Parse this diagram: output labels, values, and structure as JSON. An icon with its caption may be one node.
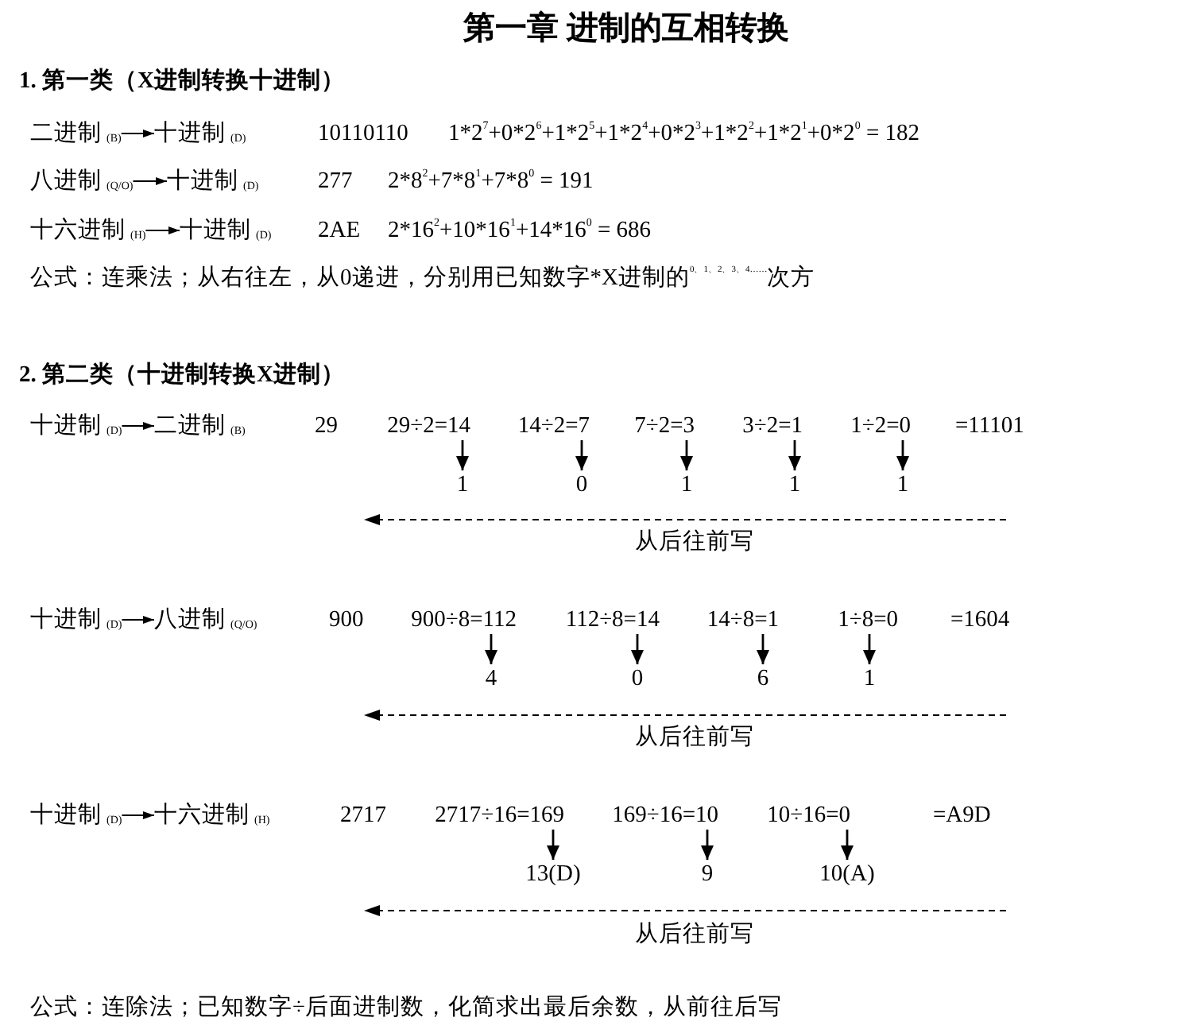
{
  "diagram": {
    "title": "第一章 进制的互相转换",
    "nodes": [
      {
        "text": [
          "二进制$_{(B)}$"
        ]
      },
      {
        "text": [
          "十进制$_{(D)}$"
        ]
      },
      {
        "text": [
          "八进制$_{(Q/O)}$"
        ]
      },
      {
        "text": [
          "十进制$_{(D)}$"
        ]
      },
      {
        "text": [
          "十六进制$_{(H)}$"
        ]
      },
      {
        "text": [
          "十进制$_{(D)}$"
        ]
      },
      {
        "text": [
          "十进制$_{(D)}$"
        ]
      },
      {
        "text": [
          "二进制$_{(B)}$"
        ]
      },
      {
        "text": [
          "29÷2=14"
        ]
      },
      {
        "text": [
          "14÷2=7"
        ]
      },
      {
        "text": [
          "7÷2=3"
        ]
      },
      {
        "text": [
          "3÷2=1"
        ]
      },
      {
        "text": [
          "1÷2=0"
        ]
      },
      {
        "text": [
          "1"
        ]
      },
      {
        "text": [
          "0"
        ]
      },
      {
        "text": [
          "1"
        ]
      },
      {
        "text": [
          "1"
        ]
      },
      {
        "text": [
          "1"
        ]
      },
      {
        "text": [
          "十进制$_{(D)}$"
        ]
      },
      {
        "text": [
          "八进制$_{(Q/O)}$"
        ]
      },
      {
        "text": [
          "900÷8=112"
        ]
      },
      {
        "text": [
          "112÷8=14"
        ]
      },
      {
        "text": [
          "14÷8=1"
        ]
      },
      {
        "text": [
          "1÷8=0"
        ]
      },
      {
        "text": [
          "4"
        ]
      },
      {
        "text": [
          "0"
        ]
      },
      {
        "text": [
          "6"
        ]
      },
      {
        "text": [
          "1"
        ]
      },
      {
        "text": [
          "十进制$_{(D)}$"
        ]
      },
      {
        "text": [
          "十六进制$_{(H)}$"
        ]
      },
      {
        "text": [
          "2717÷16=169"
        ]
      },
      {
        "text": [
          "169÷16=10"
        ]
      },
      {
        "text": [
          "10÷16=0"
        ]
      },
      {
        "text": [
          "13(D)"
        ]
      },
      {
        "text": [
          "9"
        ]
      },
      {
        "text": [
          "10(A)"
        ]
      }
    ],
    "edges": [
      {
        "from": 0,
        "to": 1,
        "arrow": "to"
      },
      {
        "from": 2,
        "to": 3,
        "arrow": "to"
      },
      {
        "from": 4,
        "to": 5,
        "arrow": "to"
      },
      {
        "from": 6,
        "to": 7,
        "arrow": "to"
      },
      {
        "from": 8,
        "to": 13,
        "arrow": "to"
      },
      {
        "from": 9,
        "to": 14,
        "arrow": "to"
      },
      {
        "from": 10,
        "to": 15,
        "arrow": "to"
      },
      {
        "from": 11,
        "to": 16,
        "arrow": "to"
      },
      {
        "from": 12,
        "to": 17,
        "arrow": "to"
      },
      {
        "from": 18,
        "to": 19,
        "arrow": "to"
      },
      {
        "from": 20,
        "to": 24,
        "arrow": "to"
      },
      {
        "from": 21,
        "to": 25,
        "arrow": "to"
      },
      {
        "from": 22,
        "to": 26,
        "arrow": "to"
      },
      {
        "from": 23,
        "to": 27,
        "arrow": "to"
      },
      {
        "from": 28,
        "to": 29,
        "arrow": "to"
      },
      {
        "from": 30,
        "to": 33,
        "arrow": "to"
      },
      {
        "from": 31,
        "to": 34,
        "arrow": "to"
      },
      {
        "from": 32,
        "to": 35,
        "arrow": "to"
      }
    ],
    "labels": [
      "1. 第一类（X进制转换十进制）",
      "10110110",
      "1*2$^{7}$+0*2$^{6}$+1*2$^{5}$+1*2$^{4}$+0*2$^{3}$+1*2$^{2}$+1*2$^{1}$+0*2$^{0}$ = 182",
      "277",
      "2*8$^{2}$+7*8$^{1}$+7*8$^{0}$ = 191",
      "2AE",
      "2*16$^{2}$+10*16$^{1}$+14*16$^{0}$ = 686",
      "公式：连乘法；从右往左，从0递进，分别用已知数字*X进制的$^{0、1、2、3、4……}$次方",
      "2. 第二类（十进制转换X进制）",
      "29",
      "=11101",
      "从后往前写",
      "900",
      "=1604",
      "从后往前写",
      "2717",
      "=A9D",
      "从后往前写",
      "公式：连除法；已知数字÷后面进制数，化简求出最后余数，从前往后写"
    ]
  }
}
